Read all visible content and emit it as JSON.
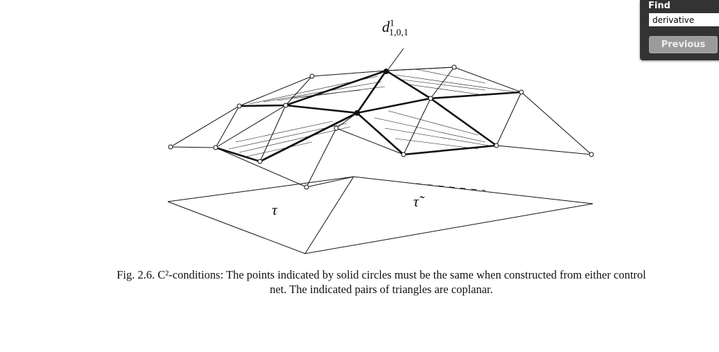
{
  "find_panel": {
    "title": "Find",
    "query": "derivative",
    "previous_label": "Previous"
  },
  "figure": {
    "point_label": {
      "base": "d",
      "sup": "1",
      "sub": "1,0,1"
    },
    "tau_left": "τ",
    "tau_right": "τ̃"
  },
  "caption": {
    "line1": "Fig. 2.6. C²-conditions: The points indicated by solid circles must be the same when constructed from either control",
    "line2": "net. The indicated pairs of triangles are coplanar."
  }
}
